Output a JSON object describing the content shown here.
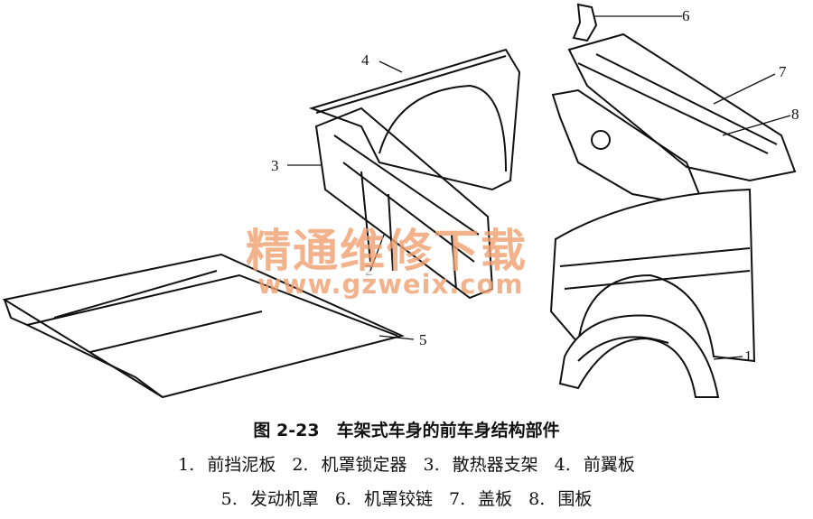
{
  "figure": {
    "caption": "图 2-23　车架式车身的前车身结构部件",
    "callouts": [
      "1",
      "2",
      "3",
      "4",
      "5",
      "6",
      "7",
      "8"
    ],
    "legend_rows": [
      [
        "1. 前挡泥板",
        "2. 机罩锁定器",
        "3. 散热器支架",
        "4. 前翼板"
      ],
      [
        "5. 发动机罩",
        "6. 机罩铰链",
        "7. 盖板",
        "8. 围板"
      ]
    ]
  },
  "watermark": {
    "title": "精通维修下载",
    "url": "www.gzweix.com",
    "color": "#f0a070"
  }
}
